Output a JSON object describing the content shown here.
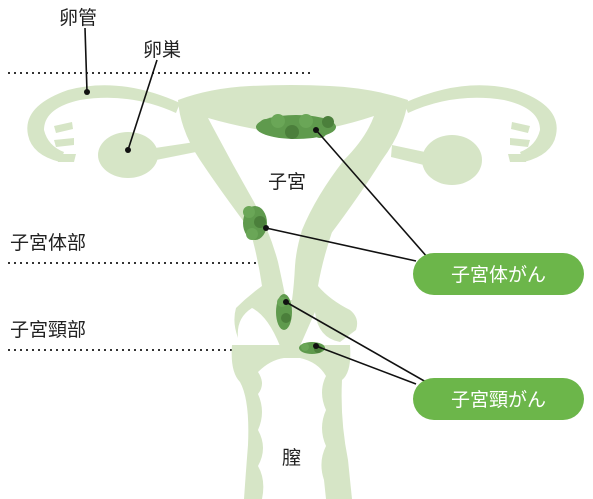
{
  "labels": {
    "fallopian_tube": "卵管",
    "ovary": "卵巣",
    "uterus": "子宮",
    "uterine_body_section": "子宮体部",
    "cervix_section": "子宮頸部",
    "vagina": "膣"
  },
  "callouts": {
    "body_cancer": "子宮体がん",
    "cervical_cancer": "子宮頸がん"
  },
  "colors": {
    "organ": "#d6e5c6",
    "tumor": "#5f9a4d",
    "tumor_dark": "#4b7f3b",
    "pill": "#6cb64a",
    "lines": "#111111"
  }
}
